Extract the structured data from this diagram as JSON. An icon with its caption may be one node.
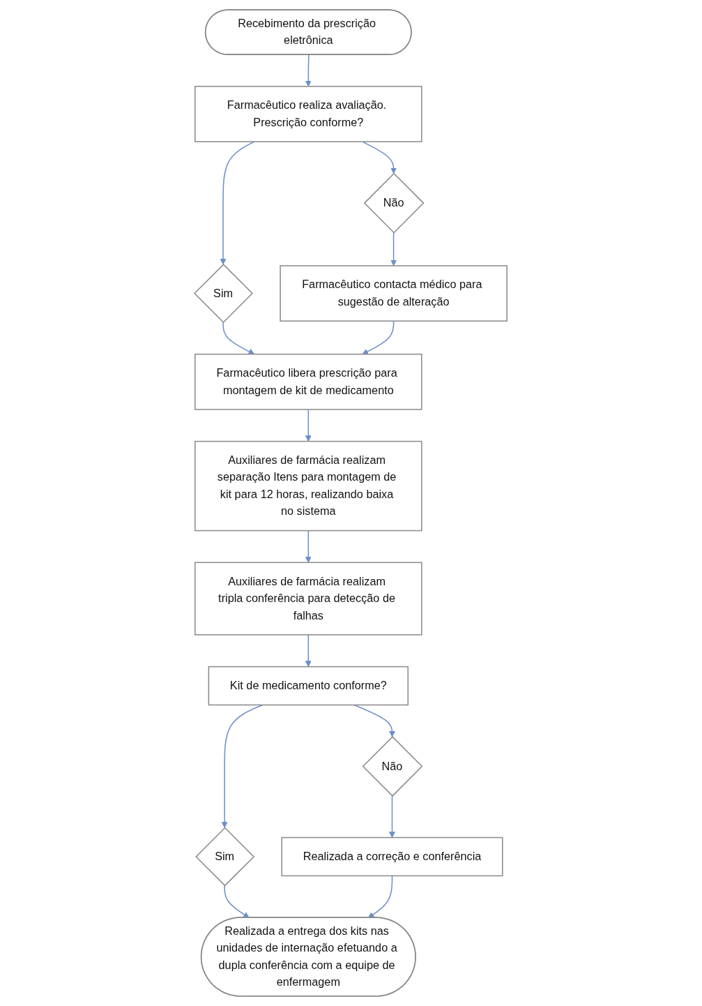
{
  "diagram": {
    "nodes": [
      {
        "text": [
          "Recebimento da prescrição eletrônica"
        ]
      },
      {
        "text": [
          "Farmacêutico realiza avaliação. Prescrição conforme?"
        ]
      },
      {
        "text": [
          "Sim"
        ]
      },
      {
        "text": [
          "Não"
        ]
      },
      {
        "text": [
          "Farmacêutico libera prescrição para montagem de kit de medicamento"
        ]
      },
      {
        "text": [
          "Farmacêutico contacta médico para sugestão de alteração"
        ]
      },
      {
        "text": [
          "Auxiliares de farmácia realizam separação Itens para montagem de kit para 12 horas, realizando baixa no sistema"
        ]
      },
      {
        "text": [
          "Auxiliares de farmácia realizam tripla conferência para detecção de falhas"
        ]
      },
      {
        "text": [
          "Kit de medicamento conforme?"
        ]
      },
      {
        "text": [
          "Sim"
        ]
      },
      {
        "text": [
          "Não"
        ]
      },
      {
        "text": [
          "Realizada a correção e conferência"
        ]
      },
      {
        "text": [
          "Realizada a entrega dos kits nas unidades de internação efetuando a dupla conferência com a equipe de enfermagem"
        ]
      }
    ],
    "edges": [
      {
        "from": 0,
        "to": 1,
        "arrow": "to"
      },
      {
        "from": 1,
        "to": 2,
        "arrow": "to"
      },
      {
        "from": 1,
        "to": 3,
        "arrow": "to"
      },
      {
        "from": 2,
        "to": 4,
        "arrow": "to"
      },
      {
        "from": 3,
        "to": 5,
        "arrow": "to"
      },
      {
        "from": 5,
        "to": 4,
        "arrow": "to"
      },
      {
        "from": 4,
        "to": 6,
        "arrow": "to"
      },
      {
        "from": 6,
        "to": 7,
        "arrow": "to"
      },
      {
        "from": 7,
        "to": 8,
        "arrow": "to"
      },
      {
        "from": 8,
        "to": 9,
        "arrow": "to"
      },
      {
        "from": 8,
        "to": 10,
        "arrow": "to"
      },
      {
        "from": 10,
        "to": 11,
        "arrow": "to"
      },
      {
        "from": 9,
        "to": 12,
        "arrow": "to"
      },
      {
        "from": 11,
        "to": 12,
        "arrow": "to"
      }
    ]
  }
}
